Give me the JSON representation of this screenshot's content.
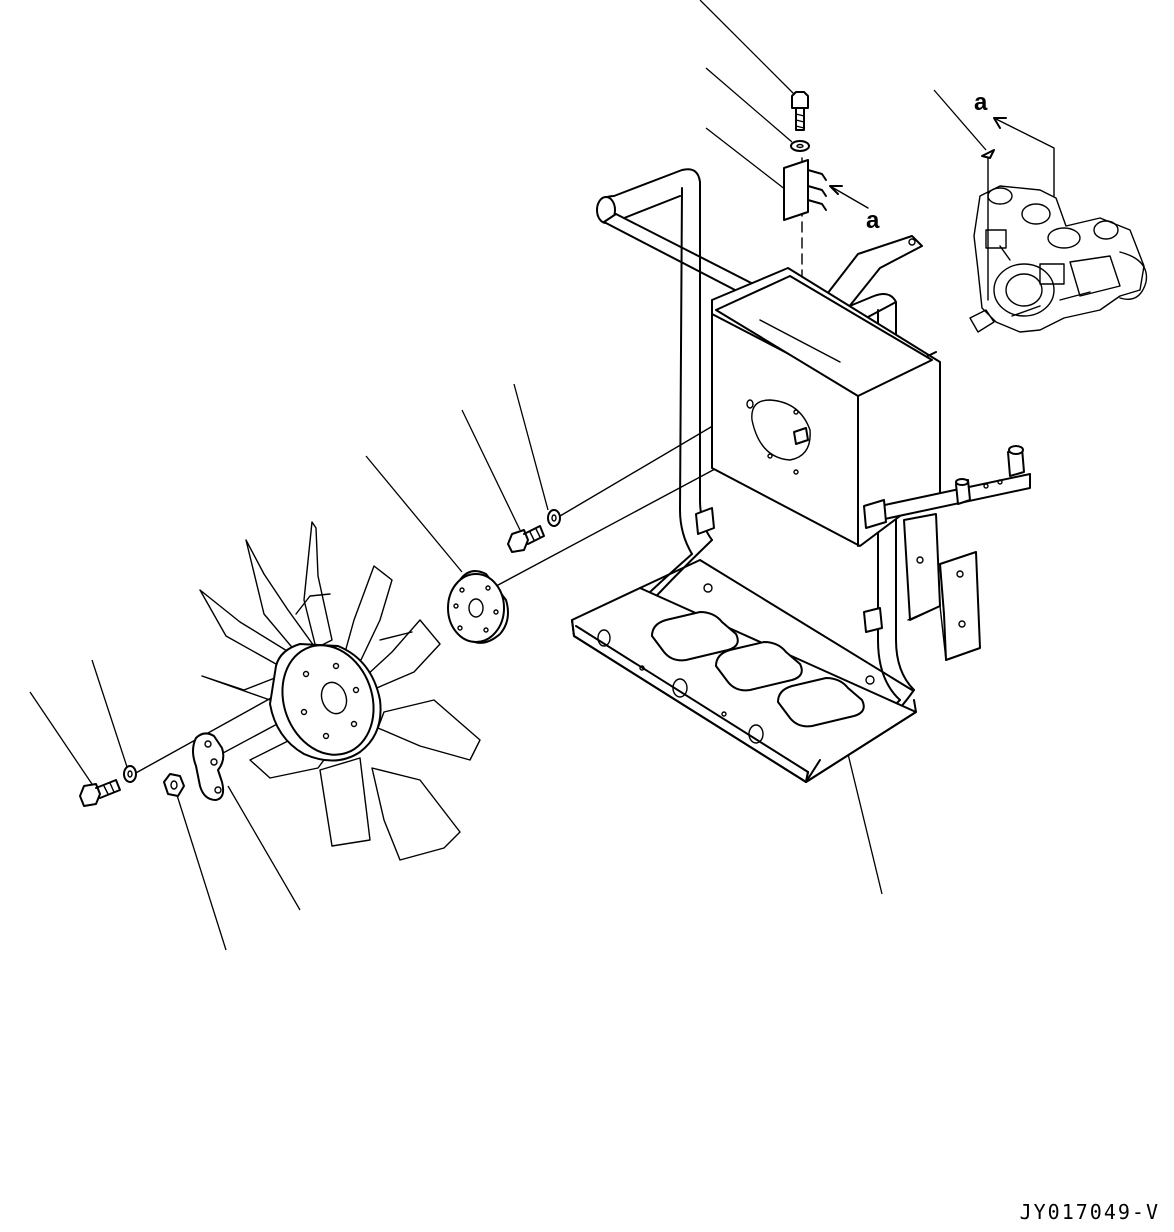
{
  "drawing": {
    "code": "JY017049-V",
    "view_reference_labels": [
      "a",
      "a"
    ]
  },
  "colors": {
    "line": "#000000",
    "background": "#ffffff"
  }
}
